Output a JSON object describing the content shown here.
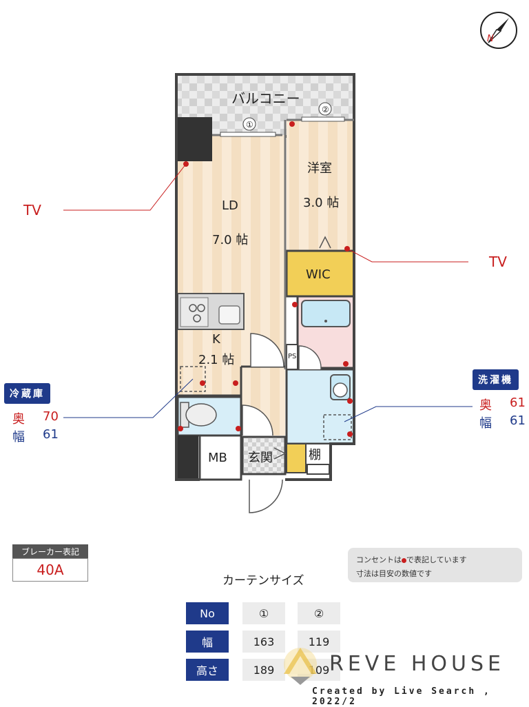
{
  "plan": {
    "balcony": "バルコニー",
    "window_1": "①",
    "window_2": "②",
    "ld_name": "LD",
    "ld_size": "7.0 帖",
    "western_name": "洋室",
    "western_size": "3.0 帖",
    "wic": "WIC",
    "kitchen_name": "K",
    "kitchen_size": "2.1 帖",
    "ps": "PS",
    "mb": "MB",
    "entrance": "玄関",
    "shelf": "棚"
  },
  "tv_left": "TV",
  "tv_right": "TV",
  "fridge": {
    "title": "冷蔵庫",
    "depth_label": "奥",
    "depth": "70",
    "width_label": "幅",
    "width": "61"
  },
  "washer": {
    "title": "洗濯機",
    "depth_label": "奥",
    "depth": "61",
    "width_label": "幅",
    "width": "61"
  },
  "breaker": {
    "title": "ブレーカー表記",
    "value": "40A"
  },
  "notes": {
    "line1_before": "コンセントは",
    "line1_after": "で表記しています",
    "line2": "寸法は目安の数値です"
  },
  "curtain": {
    "title": "カーテンサイズ",
    "headers": [
      "No",
      "幅",
      "高さ"
    ],
    "col1": [
      "①",
      "163",
      "189"
    ],
    "col2": [
      "②",
      "119",
      "109"
    ]
  },
  "brand": "REVE HOUSE",
  "credit": "Created by Live Search , 2022/2",
  "colors": {
    "accent_blue": "#1f3a8a",
    "accent_red": "#c81e1e",
    "wic_yellow": "#f2cf57"
  }
}
